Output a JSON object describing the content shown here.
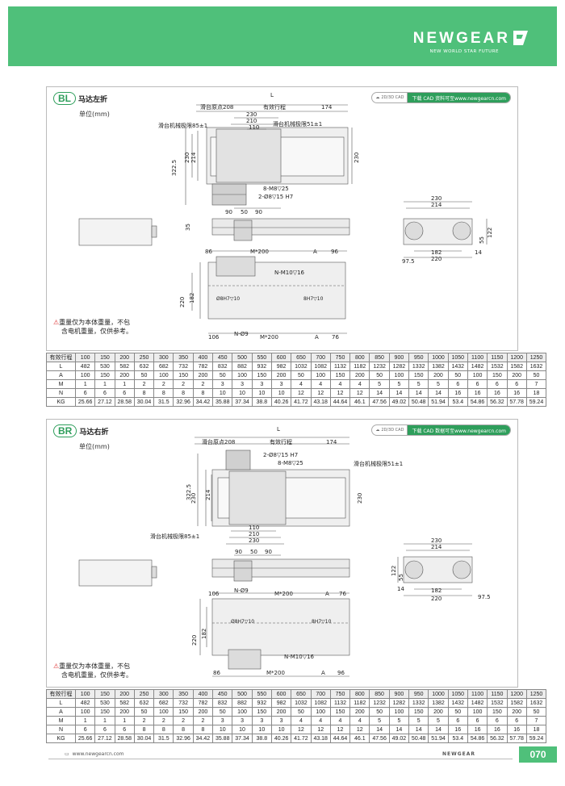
{
  "header": {
    "brand": "NEWGEAR",
    "tagline": "NEW WORLD STAR FUTURE"
  },
  "sections": [
    {
      "tag": "BL",
      "title": "马达左折",
      "unit": "单位(mm)",
      "cad_left": "2D/3D CAD",
      "cad_right": "下载 CAD 资料可至www.newgearcn.com",
      "note_line1": "重量仅为本体重量，不包",
      "note_line2": "含电机重量，仅供参考。",
      "dims": {
        "L": "L",
        "origin": "滑台原点208",
        "stroke": "有效行程",
        "d174": "174",
        "d230": "230",
        "d210": "210",
        "d110": "110",
        "limit_left": "滑台机械极限85±1",
        "limit_right": "滑台机械极限51±1",
        "d3225": "322.5",
        "d214": "214",
        "d230v": "230",
        "d230r": "230",
        "m8": "8-M8▽25",
        "pin": "2-Ø8▽15 H7",
        "d90a": "90",
        "d50": "50",
        "d90b": "90",
        "d35": "35",
        "d86": "86",
        "m200": "M*200",
        "A": "A",
        "d96": "96",
        "m10": "N-M10▽16",
        "d220": "220",
        "d182": "182",
        "h7a": "Ø8H7▽10",
        "h7b": "8H7▽10",
        "d106": "106",
        "n9": "N-Ø9",
        "m200b": "M*200",
        "A2": "A",
        "d76": "76",
        "s230": "230",
        "s214": "214",
        "s122": "122",
        "s55": "55",
        "s182": "182",
        "s14": "14",
        "s975": "97.5",
        "s220": "220"
      }
    },
    {
      "tag": "BR",
      "title": "马达右折",
      "unit": "单位(mm)",
      "cad_left": "2D/3D CAD",
      "cad_right": "下载 CAD 数据可至www.newgearcn.com",
      "note_line1": "重量仅为本体重量，不包",
      "note_line2": "含电机重量，仅供参考。",
      "dims": {
        "L": "L",
        "origin": "滑台原点208",
        "stroke": "有效行程",
        "d174": "174",
        "pin": "2-Ø8▽15 H7",
        "m8": "8-M8▽25",
        "limit_right": "滑台机械极限51±1",
        "d3225": "322.5",
        "d230v": "230",
        "d214": "214",
        "d230r": "230",
        "d110": "110",
        "d210": "210",
        "d230": "230",
        "limit_left": "滑台机械极限85±1",
        "d90a": "90",
        "d50": "50",
        "d90b": "90",
        "d106": "106",
        "n9": "N-Ø9",
        "m200": "M*200",
        "A": "A",
        "d76": "76",
        "d220": "220",
        "d182": "182",
        "h7a": "Ø8H7▽10",
        "h7b": "8H7▽10",
        "m10": "N-M10▽16",
        "d86": "86",
        "m200b": "M*200",
        "A2": "A",
        "d96": "96",
        "s230": "230",
        "s214": "214",
        "s122": "122",
        "s55": "55",
        "s14": "14",
        "s182": "182",
        "s220": "220",
        "s975": "97.5"
      }
    }
  ],
  "table": {
    "rows": [
      [
        "有效行程",
        "100",
        "150",
        "200",
        "250",
        "300",
        "350",
        "400",
        "450",
        "500",
        "550",
        "600",
        "650",
        "700",
        "750",
        "800",
        "850",
        "900",
        "950",
        "1000",
        "1050",
        "1100",
        "1150",
        "1200",
        "1250"
      ],
      [
        "L",
        "482",
        "530",
        "582",
        "632",
        "682",
        "732",
        "782",
        "832",
        "882",
        "932",
        "982",
        "1032",
        "1082",
        "1132",
        "1182",
        "1232",
        "1282",
        "1332",
        "1382",
        "1432",
        "1482",
        "1532",
        "1582",
        "1632"
      ],
      [
        "A",
        "100",
        "150",
        "200",
        "50",
        "100",
        "150",
        "200",
        "50",
        "100",
        "150",
        "200",
        "50",
        "100",
        "150",
        "200",
        "50",
        "100",
        "150",
        "200",
        "50",
        "100",
        "150",
        "200",
        "50"
      ],
      [
        "M",
        "1",
        "1",
        "1",
        "2",
        "2",
        "2",
        "2",
        "3",
        "3",
        "3",
        "3",
        "4",
        "4",
        "4",
        "4",
        "5",
        "5",
        "5",
        "5",
        "6",
        "6",
        "6",
        "6",
        "7"
      ],
      [
        "N",
        "6",
        "6",
        "6",
        "8",
        "8",
        "8",
        "8",
        "10",
        "10",
        "10",
        "10",
        "12",
        "12",
        "12",
        "12",
        "14",
        "14",
        "14",
        "14",
        "16",
        "16",
        "16",
        "16",
        "18"
      ],
      [
        "KG",
        "25.66",
        "27.12",
        "28.58",
        "30.04",
        "31.5",
        "32.96",
        "34.42",
        "35.88",
        "37.34",
        "38.8",
        "40.26",
        "41.72",
        "43.18",
        "44.64",
        "46.1",
        "47.56",
        "49.02",
        "50.48",
        "51.94",
        "53.4",
        "54.86",
        "56.32",
        "57.78",
        "59.24"
      ]
    ]
  },
  "footer": {
    "url": "www.newgearcn.com",
    "brand": "NEWGEAR",
    "page": "070"
  }
}
